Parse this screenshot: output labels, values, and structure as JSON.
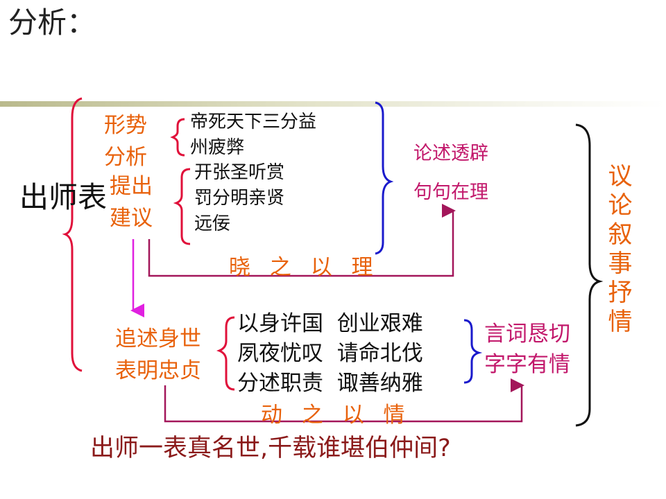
{
  "title": "分析：",
  "main_title": "出师表",
  "top": {
    "xingshi_label": "形势\n分析",
    "xingshi_text": "帝死天下三分益\n州疲弊",
    "jianyi_label": "提出\n建议",
    "jianyi_text": "开张圣听赏\n罚分明亲贤\n远佞",
    "summary": "论述透辟\n句句在理",
    "method": "晓 之 以 理"
  },
  "bottom_section": {
    "label": "追述身世\n表明忠贞",
    "text": "以身许国  创业艰难\n夙夜忧叹  请命北伐\n分述职责  诹善纳雅",
    "summary": "言词恳切\n字字有情",
    "method": "动 之 以 情"
  },
  "right_label": "议论叙事抒情",
  "footer": "出师一表真名世,千载谁堪伯仲间?",
  "colors": {
    "orange": "#e8620c",
    "magenta": "#c2186b",
    "red_brace": "#e0103a",
    "blue_brace": "#1a1acc",
    "black_brace": "#111111",
    "connector": "#a3165a",
    "arrow_down": "#e020e0",
    "footer": "#8b1a1a"
  }
}
